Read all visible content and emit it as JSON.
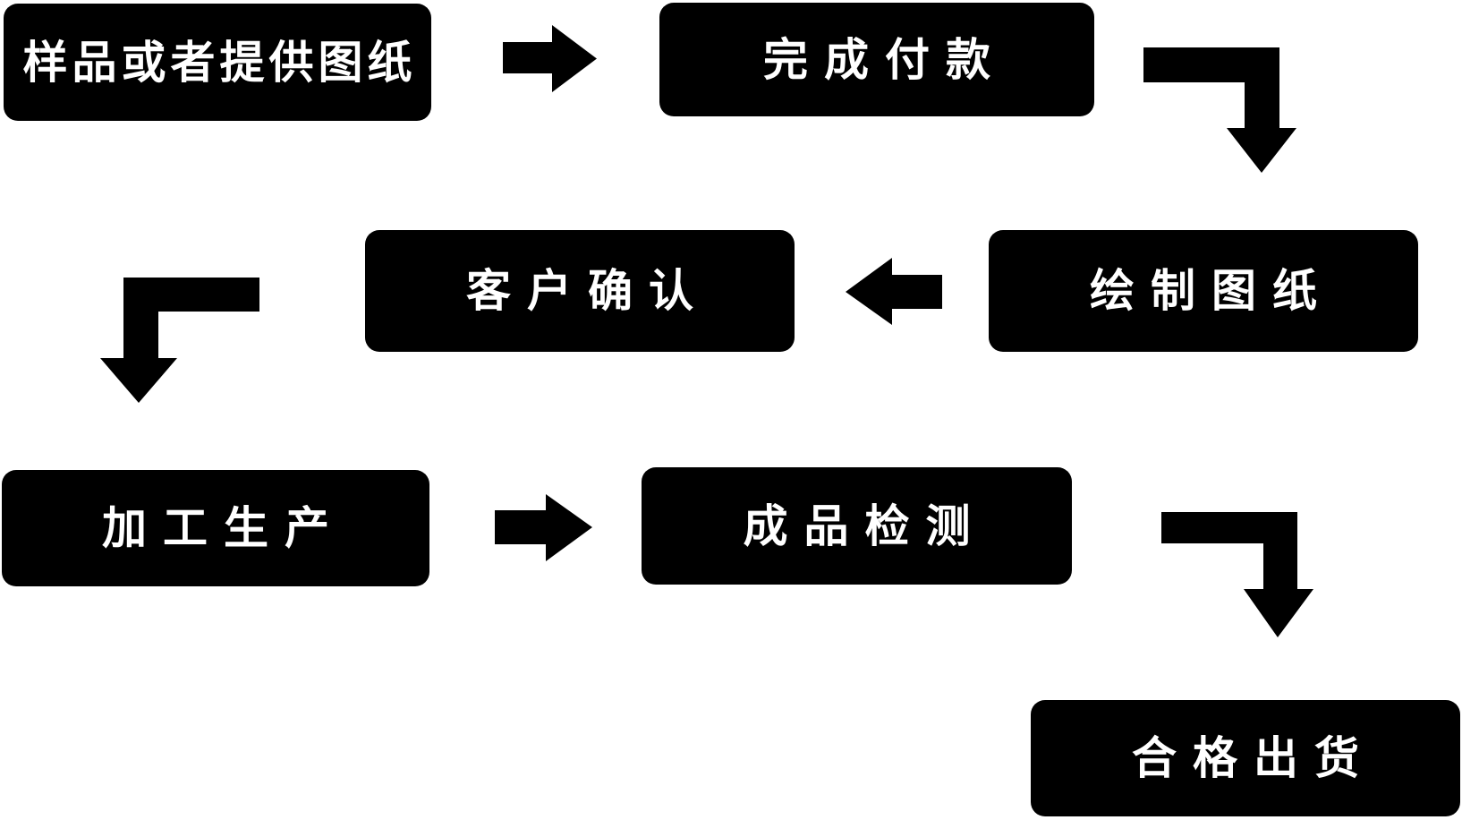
{
  "diagram": {
    "type": "flowchart",
    "colors": {
      "background": "#ffffff",
      "node_fill": "#000000",
      "node_text": "#ffffff",
      "arrow": "#000000"
    },
    "nodes": [
      {
        "id": "sample",
        "label": "样品或者提供图纸"
      },
      {
        "id": "payment",
        "label": "完成付款"
      },
      {
        "id": "draw",
        "label": "绘制图纸"
      },
      {
        "id": "confirm",
        "label": "客户确认"
      },
      {
        "id": "produce",
        "label": "加工生产"
      },
      {
        "id": "inspect",
        "label": "成品检测"
      },
      {
        "id": "ship",
        "label": "合格出货"
      }
    ],
    "connections": [
      {
        "from": "样品或者提供图纸",
        "to": "完成付款",
        "shape": "straight-right"
      },
      {
        "from": "完成付款",
        "to": "绘制图纸",
        "shape": "elbow-right-down"
      },
      {
        "from": "绘制图纸",
        "to": "客户确认",
        "shape": "straight-left"
      },
      {
        "from": "客户确认",
        "to": "加工生产",
        "shape": "elbow-left-down"
      },
      {
        "from": "加工生产",
        "to": "成品检测",
        "shape": "straight-right"
      },
      {
        "from": "成品检测",
        "to": "合格出货",
        "shape": "elbow-right-down"
      }
    ]
  }
}
